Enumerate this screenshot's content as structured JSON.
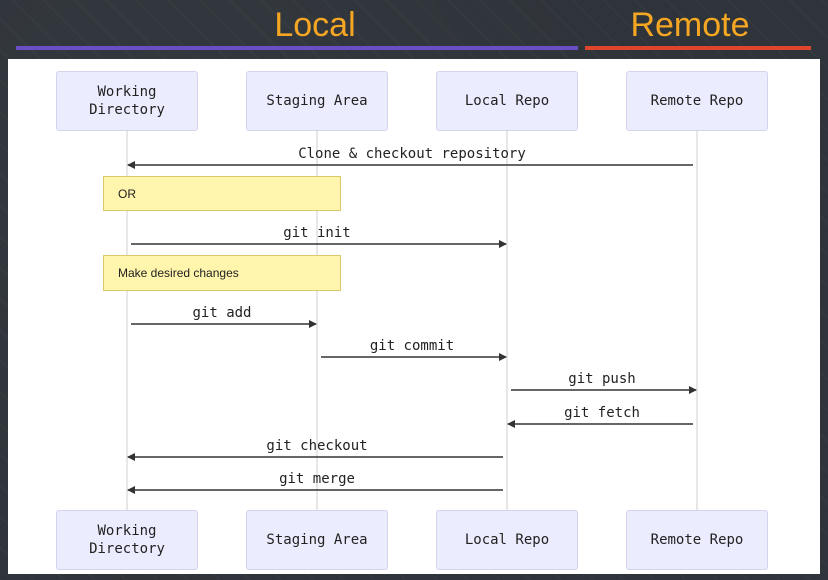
{
  "header": {
    "local_label": "Local",
    "remote_label": "Remote",
    "local_color": "#6a4fc4",
    "remote_color": "#e0452c",
    "label_color": "#f5a623"
  },
  "actors": [
    {
      "id": "wd",
      "label": "Working\nDirectory"
    },
    {
      "id": "sa",
      "label": "Staging Area"
    },
    {
      "id": "lr",
      "label": "Local Repo"
    },
    {
      "id": "rr",
      "label": "Remote Repo"
    }
  ],
  "notes": [
    {
      "text": "OR",
      "over": [
        "wd",
        "sa"
      ]
    },
    {
      "text": "Make desired changes",
      "over": [
        "wd",
        "sa"
      ]
    }
  ],
  "messages": [
    {
      "label": "Clone & checkout repository",
      "from": "rr",
      "to": "wd"
    },
    {
      "label": "git init",
      "from": "wd",
      "to": "lr"
    },
    {
      "label": "git add",
      "from": "wd",
      "to": "sa"
    },
    {
      "label": "git commit",
      "from": "sa",
      "to": "lr"
    },
    {
      "label": "git push",
      "from": "lr",
      "to": "rr"
    },
    {
      "label": "git fetch",
      "from": "rr",
      "to": "lr"
    },
    {
      "label": "git checkout",
      "from": "lr",
      "to": "wd"
    },
    {
      "label": "git merge",
      "from": "lr",
      "to": "wd"
    }
  ],
  "colors": {
    "actor_fill": "#ececff",
    "note_fill": "#fff5ad",
    "lifeline": "#cfcfcf",
    "arrow": "#333333"
  }
}
